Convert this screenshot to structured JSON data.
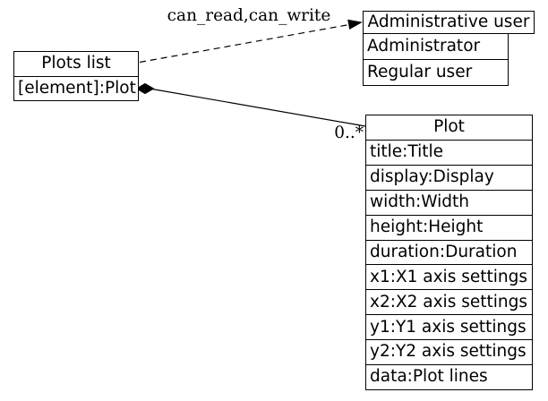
{
  "colors": {
    "background": "#ffffff",
    "stroke": "#000000",
    "text": "#000000",
    "node_fill": "#ffffff"
  },
  "nodes": {
    "plots_list": {
      "title": "Plots list",
      "rows": [
        "[element]:Plot"
      ]
    },
    "admin_user": {
      "title": "Administrative user",
      "rows": [
        "Administrator",
        "Regular user"
      ]
    },
    "plot": {
      "title": "Plot",
      "rows": [
        "title:Title",
        "display:Display",
        "width:Width",
        "height:Height",
        "duration:Duration",
        "x1:X1 axis settings",
        "x2:X2 axis settings",
        "y1:Y1 axis settings",
        "y2:Y2 axis settings",
        "data:Plot lines"
      ]
    }
  },
  "edges": {
    "access": {
      "label": "can_read,can_write",
      "style": "dashed",
      "marker": "open-arrow",
      "from": "Plots list",
      "to": "Administrative user"
    },
    "composition": {
      "multiplicity": "0..*",
      "style": "solid",
      "marker": "filled-diamond",
      "from": "Plots list",
      "to": "Plot"
    }
  }
}
